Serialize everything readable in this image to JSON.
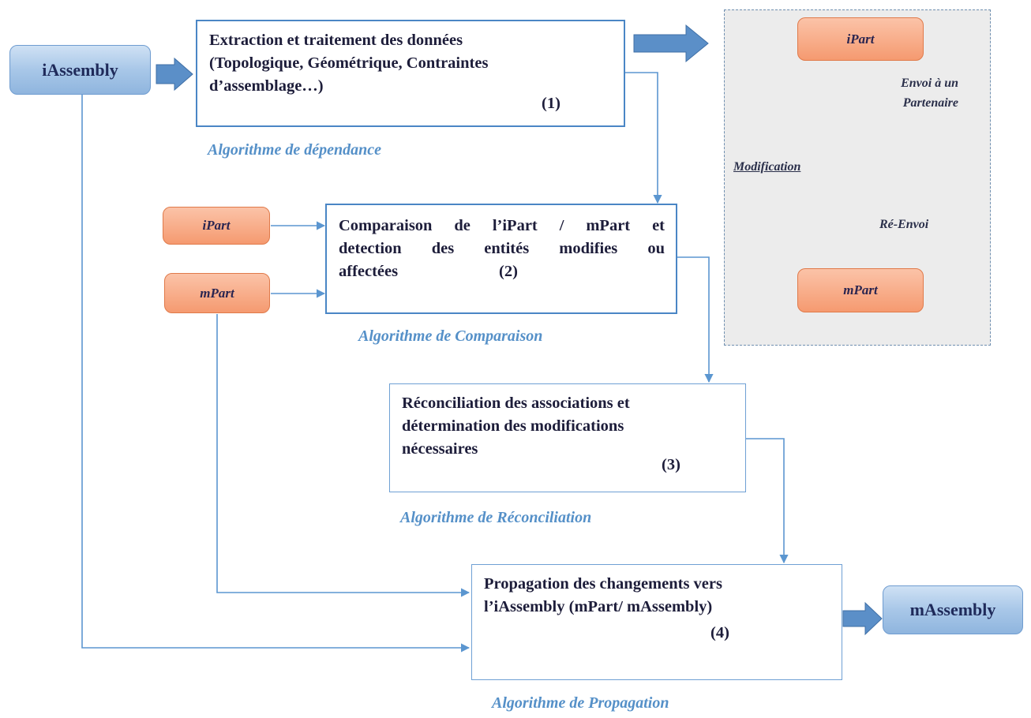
{
  "nodes": {
    "iassembly": "iAssembly",
    "massembly": "mAssembly",
    "ipart_left": "iPart",
    "mpart_left": "mPart",
    "ipart_panel": "iPart",
    "mpart_panel": "mPart"
  },
  "steps": {
    "extraction": {
      "line1": "Extraction et traitement des données",
      "line2": "(Topologique, Géométrique, Contraintes",
      "line3": "d’assemblage…)",
      "number": "(1)"
    },
    "comparaison": {
      "line1": [
        "Comparaison",
        "de",
        "l’iPart",
        "/",
        "mPart",
        "et"
      ],
      "line2": [
        "detection",
        "des",
        "entités",
        "modifies",
        "ou"
      ],
      "line3": "affectées",
      "number": "(2)"
    },
    "reconciliation": {
      "line1": "Réconciliation des associations et",
      "line2": "détermination des modifications",
      "line3": "nécessaires",
      "number": "(3)"
    },
    "propagation": {
      "line1": "Propagation des changements vers",
      "line2": "l’iAssembly (mPart/ mAssembly)",
      "number": "(4)"
    }
  },
  "algorithms": {
    "dependance": "Algorithme de dépendance",
    "comparaison": "Algorithme de Comparaison",
    "reconciliation": "Algorithme de Réconciliation",
    "propagation": "Algorithme de Propagation"
  },
  "panel": {
    "send_line1": "Envoi à un",
    "send_line2": "Partenaire",
    "modification": "Modification",
    "resend": "Ré-Envoi",
    "user_icon": "user-with-laptop-icon"
  },
  "colors": {
    "blue_node": "#a8c7e8",
    "orange_node": "#f59a70",
    "connector": "#5b96d0",
    "block_arrow": "#5b8fc8",
    "algorithm_label": "#5590c8"
  }
}
